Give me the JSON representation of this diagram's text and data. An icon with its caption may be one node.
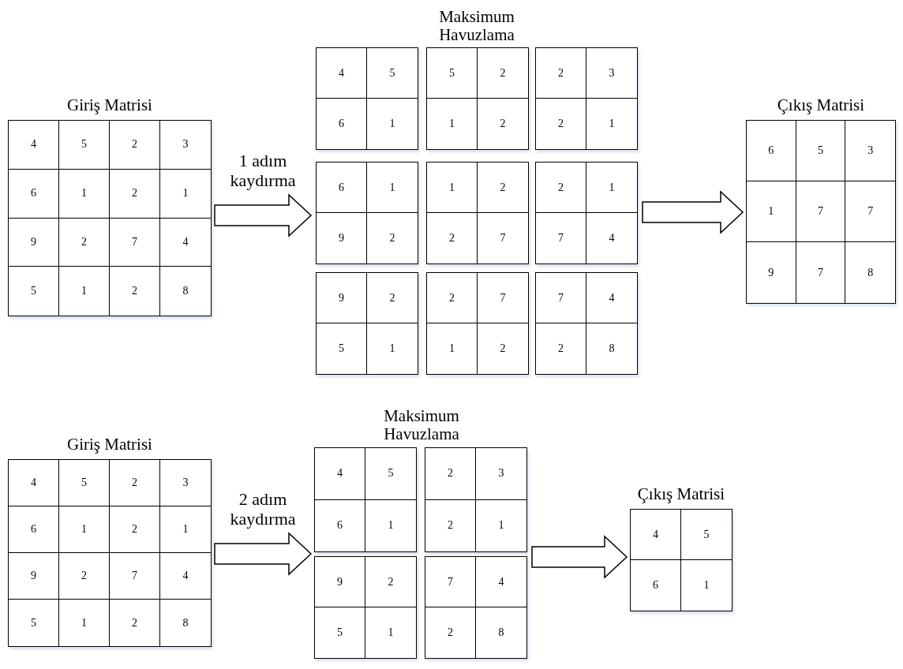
{
  "diagram": {
    "nodes": [
      {
        "text": [
          "Giriş Matrisi",
          "4",
          "5",
          "2",
          "3",
          "6",
          "1",
          "2",
          "1",
          "9",
          "2",
          "7",
          "4",
          "5",
          "1",
          "2",
          "8"
        ]
      },
      {
        "text": [
          "Maksimum Havuzlama"
        ]
      },
      {
        "text": [
          "4",
          "5",
          "6",
          "1"
        ],
        "in": 1
      },
      {
        "text": [
          "5",
          "2",
          "1",
          "2"
        ],
        "in": 1
      },
      {
        "text": [
          "2",
          "3",
          "2",
          "1"
        ],
        "in": 1
      },
      {
        "text": [
          "6",
          "1",
          "9",
          "2"
        ],
        "in": 1
      },
      {
        "text": [
          "1",
          "2",
          "2",
          "7"
        ],
        "in": 1
      },
      {
        "text": [
          "2",
          "1",
          "7",
          "4"
        ],
        "in": 1
      },
      {
        "text": [
          "9",
          "2",
          "5",
          "1"
        ],
        "in": 1
      },
      {
        "text": [
          "2",
          "7",
          "1",
          "2"
        ],
        "in": 1
      },
      {
        "text": [
          "7",
          "4",
          "2",
          "8"
        ],
        "in": 1
      },
      {
        "text": [
          "Çıkış Matrisi",
          "6",
          "5",
          "3",
          "1",
          "7",
          "7",
          "9",
          "7",
          "8"
        ]
      },
      {
        "text": [
          "Giriş Matrisi",
          "4",
          "5",
          "2",
          "3",
          "6",
          "1",
          "2",
          "1",
          "9",
          "2",
          "7",
          "4",
          "5",
          "1",
          "2",
          "8"
        ]
      },
      {
        "text": [
          "Maksimum Havuzlama"
        ]
      },
      {
        "text": [
          "4",
          "5",
          "6",
          "1"
        ],
        "in": 13
      },
      {
        "text": [
          "2",
          "3",
          "2",
          "1"
        ],
        "in": 13
      },
      {
        "text": [
          "9",
          "2",
          "5",
          "1"
        ],
        "in": 13
      },
      {
        "text": [
          "7",
          "4",
          "2",
          "8"
        ],
        "in": 13
      },
      {
        "text": [
          "Çıkış Matrisi",
          "4",
          "5",
          "6",
          "1"
        ]
      }
    ],
    "edges": [
      {
        "from": 0,
        "to": 1,
        "arrow": "to",
        "label": "1 adım kaydırma"
      },
      {
        "from": 1,
        "to": 11,
        "arrow": "to"
      },
      {
        "from": 12,
        "to": 13,
        "arrow": "to",
        "label": "2 adım kaydırma"
      },
      {
        "from": 13,
        "to": 18,
        "arrow": "to"
      }
    ]
  }
}
